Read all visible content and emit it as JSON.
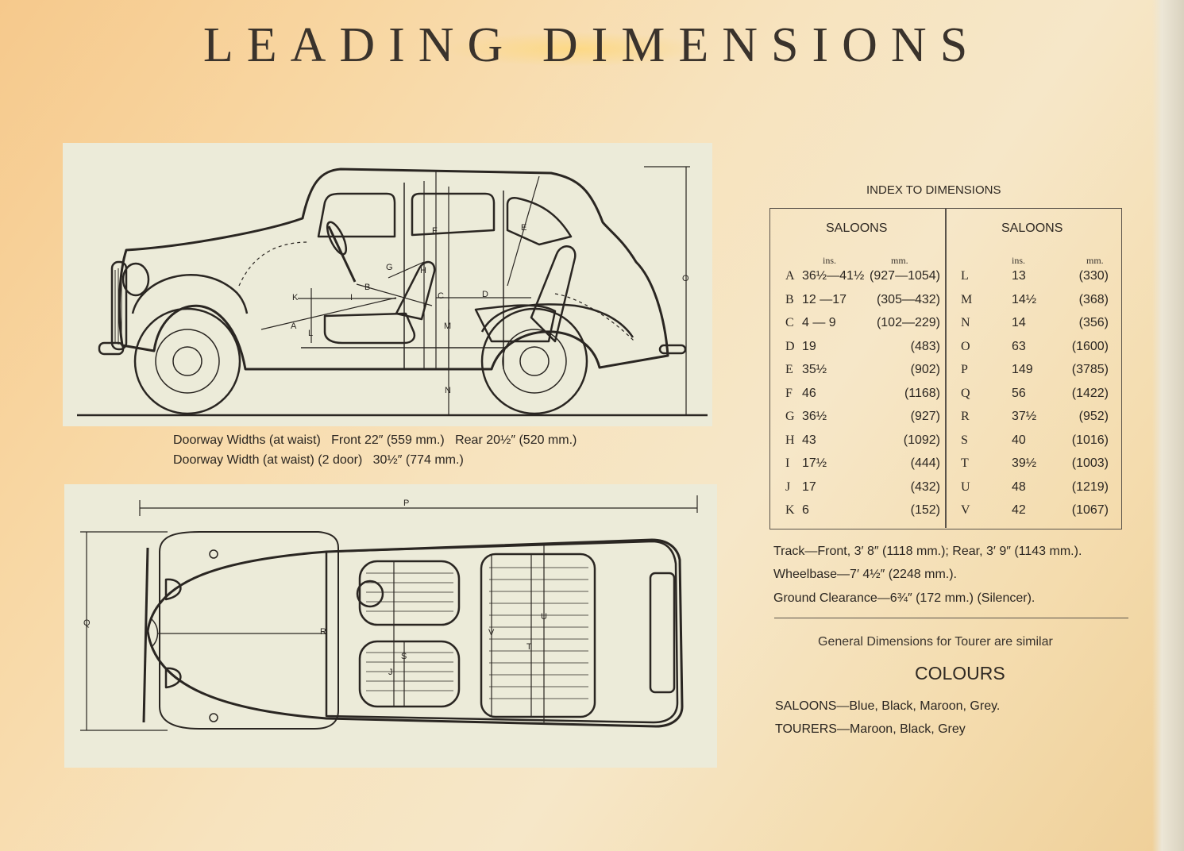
{
  "title": "LEADING DIMENSIONS",
  "side_view": {
    "letters": [
      "F",
      "E",
      "G",
      "H",
      "B",
      "K",
      "I",
      "C",
      "D",
      "A",
      "M",
      "L",
      "N",
      "O"
    ]
  },
  "captions": {
    "line1": "Doorway Widths (at waist)   Front 22″ (559 mm.)   Rear 20½″ (520 mm.)",
    "line2": "Doorway Width (at waist) (2 door)   30½″ (774 mm.)"
  },
  "top_view": {
    "letters": [
      "P",
      "Q",
      "R",
      "S",
      "J",
      "V",
      "U",
      "T"
    ]
  },
  "index": {
    "title": "INDEX TO DIMENSIONS",
    "left_header": "SALOONS",
    "right_header": "SALOONS",
    "unit_ins": "ins.",
    "unit_mm": "mm.",
    "left_rows": [
      {
        "letter": "A",
        "ins": "36½—41½",
        "mm": "(927—1054)"
      },
      {
        "letter": "B",
        "ins": "12  —17",
        "mm": "(305—432)"
      },
      {
        "letter": "C",
        "ins": "4  —  9",
        "mm": "(102—229)"
      },
      {
        "letter": "D",
        "ins": "19",
        "mm": "(483)"
      },
      {
        "letter": "E",
        "ins": "35½",
        "mm": "(902)"
      },
      {
        "letter": "F",
        "ins": "46",
        "mm": "(1168)"
      },
      {
        "letter": "G",
        "ins": "36½",
        "mm": "(927)"
      },
      {
        "letter": "H",
        "ins": "43",
        "mm": "(1092)"
      },
      {
        "letter": "I",
        "ins": "17½",
        "mm": "(444)"
      },
      {
        "letter": "J",
        "ins": "17",
        "mm": "(432)"
      },
      {
        "letter": "K",
        "ins": "6",
        "mm": "(152)"
      }
    ],
    "right_rows": [
      {
        "letter": "L",
        "ins": "13",
        "mm": "(330)"
      },
      {
        "letter": "M",
        "ins": "14½",
        "mm": "(368)"
      },
      {
        "letter": "N",
        "ins": "14",
        "mm": "(356)"
      },
      {
        "letter": "O",
        "ins": "63",
        "mm": "(1600)"
      },
      {
        "letter": "P",
        "ins": "149",
        "mm": "(3785)"
      },
      {
        "letter": "Q",
        "ins": "56",
        "mm": "(1422)"
      },
      {
        "letter": "R",
        "ins": "37½",
        "mm": "(952)"
      },
      {
        "letter": "S",
        "ins": "40",
        "mm": "(1016)"
      },
      {
        "letter": "T",
        "ins": "39½",
        "mm": "(1003)"
      },
      {
        "letter": "U",
        "ins": "48",
        "mm": "(1219)"
      },
      {
        "letter": "V",
        "ins": "42",
        "mm": "(1067)"
      }
    ]
  },
  "specs": {
    "track": "Track—Front, 3′ 8″ (1118 mm.);  Rear, 3′ 9″ (1143 mm.).",
    "wheelbase": "Wheelbase—7′ 4½″ (2248 mm.).",
    "clearance": "Ground Clearance—6¾″ (172 mm.) (Silencer)."
  },
  "general_note": "General Dimensions for Tourer are similar",
  "colours": {
    "heading": "COLOURS",
    "saloons": "SALOONS—Blue, Black, Maroon, Grey.",
    "tourers": "TOURERS—Maroon, Black, Grey"
  }
}
